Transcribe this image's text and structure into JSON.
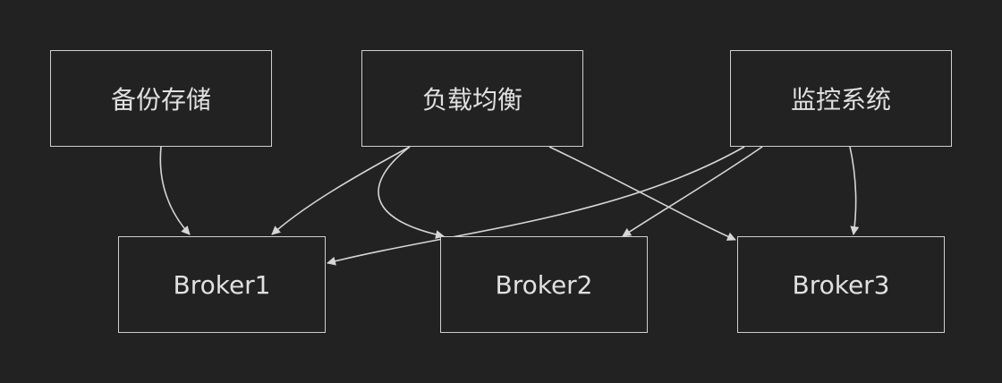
{
  "nodes": {
    "backup": "备份存储",
    "load_balancer": "负载均衡",
    "monitor": "监控系统",
    "broker1": "Broker1",
    "broker2": "Broker2",
    "broker3": "Broker3"
  },
  "edges": [
    {
      "from": "backup",
      "to": "broker1"
    },
    {
      "from": "load_balancer",
      "to": "broker1"
    },
    {
      "from": "load_balancer",
      "to": "broker2"
    },
    {
      "from": "load_balancer",
      "to": "broker3"
    },
    {
      "from": "monitor",
      "to": "broker1"
    },
    {
      "from": "monitor",
      "to": "broker2"
    },
    {
      "from": "monitor",
      "to": "broker3"
    }
  ],
  "colors": {
    "background": "#222222",
    "stroke": "#cfcfcf",
    "text": "#e0e0e0"
  }
}
